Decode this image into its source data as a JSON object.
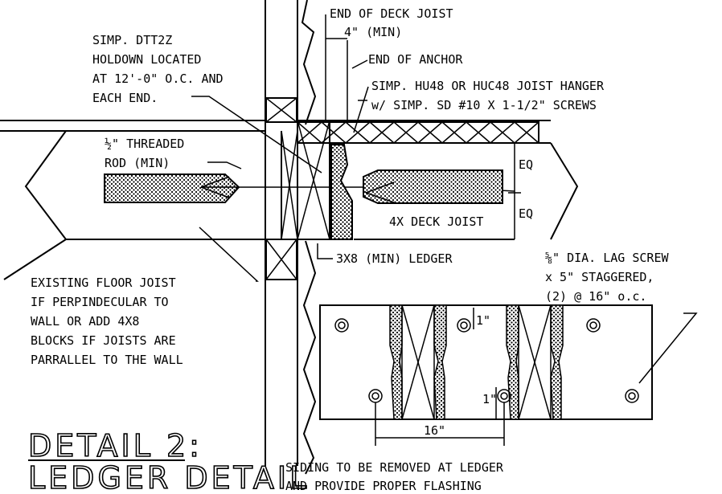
{
  "title": {
    "line1": "DETAIL 2:",
    "line2": "LEDGER DETAIL"
  },
  "notes": {
    "end_of_deck_joist": "END OF DECK JOIST",
    "min_4": "4\" (MIN)",
    "end_of_anchor": "END OF ANCHOR",
    "holdown": [
      "SIMP. DTT2Z",
      "HOLDOWN LOCATED",
      "AT 12'-0\" O.C. AND",
      "EACH END."
    ],
    "hanger": [
      "SIMP. HU48 OR HUC48 JOIST HANGER",
      "w/ SIMP. SD #10 X 1-1/2\" SCREWS"
    ],
    "threaded_rod": [
      "½\" THREADED",
      "ROD (MIN)"
    ],
    "eq_top": "EQ",
    "eq_bottom": "EQ",
    "deck_joist": "4X DECK JOIST",
    "ledger": "3X8 (MIN) LEDGER",
    "lag_screw": [
      "⅝\" DIA. LAG SCREW",
      "x 5\" STAGGERED,",
      "(2) @ 16\" o.c."
    ],
    "floor_joist": [
      "EXISTING FLOOR JOIST",
      "IF PERPINDECULAR TO",
      "WALL OR ADD 4X8",
      "BLOCKS IF JOISTS ARE",
      "PARRALLEL TO THE WALL"
    ],
    "dim_1_top": "1\"",
    "dim_1_bottom": "1\"",
    "dim_16": "16\"",
    "siding": [
      "SIDING TO BE REMOVED AT LEDGER",
      "AND PROVIDE PROPER FLASHING"
    ]
  }
}
